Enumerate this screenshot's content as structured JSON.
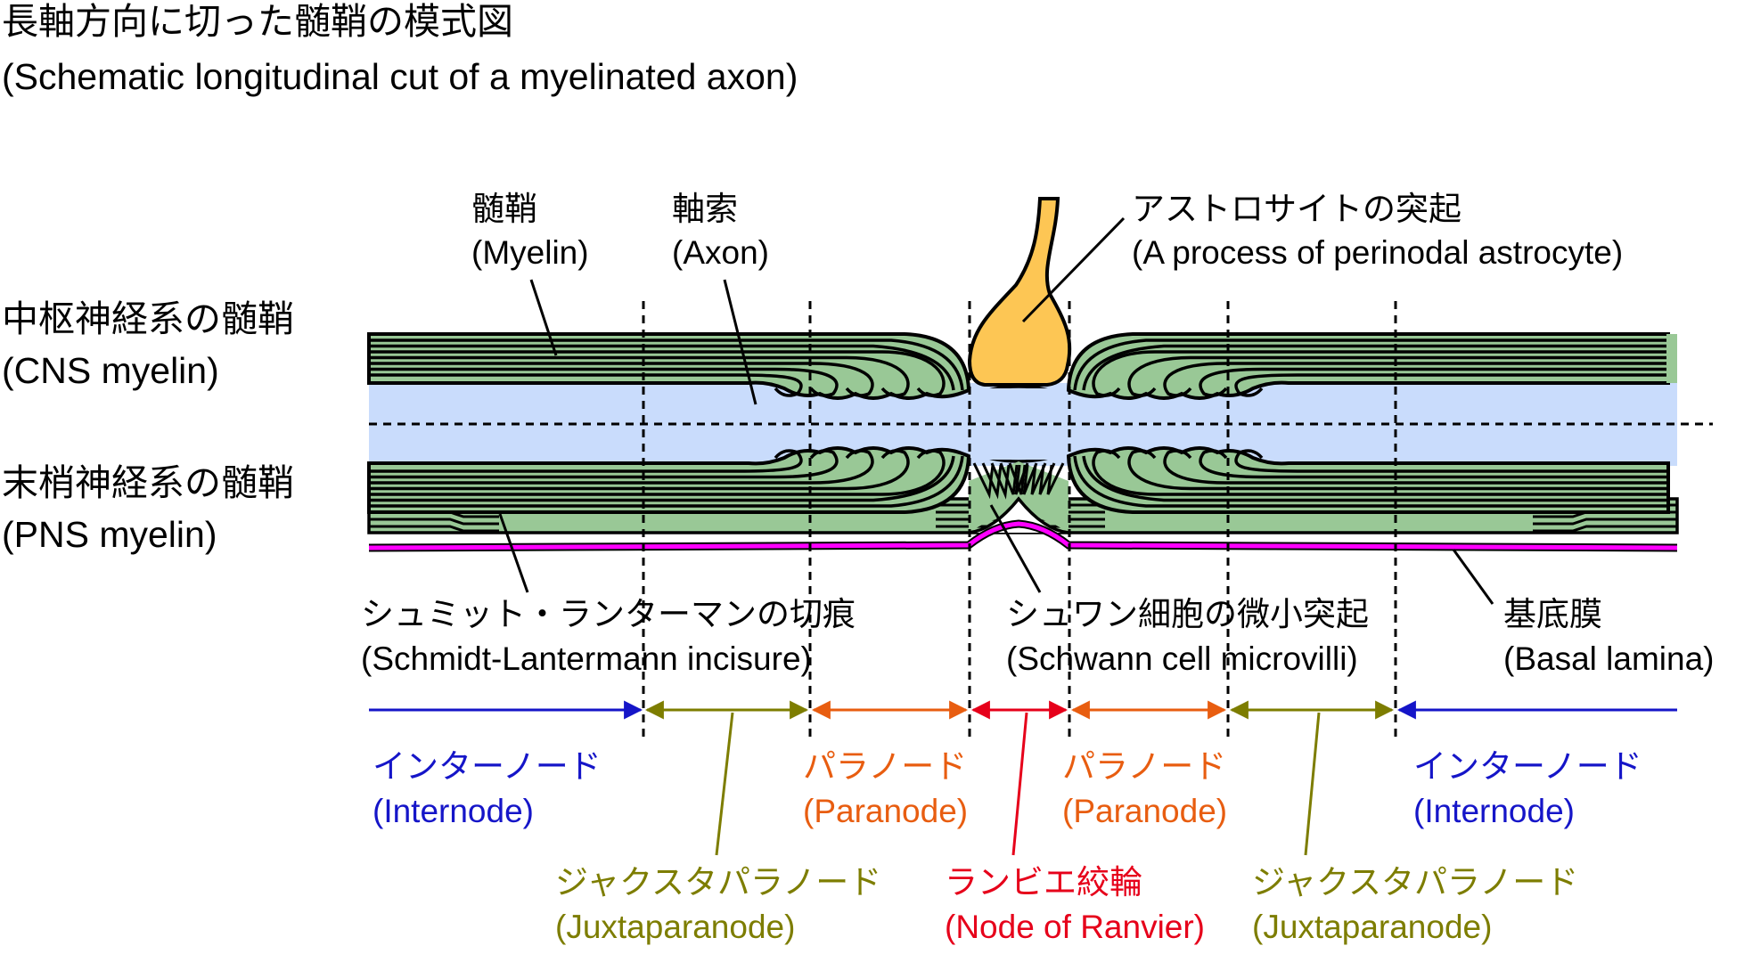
{
  "title": {
    "ja": "長軸方向に切った髄鞘の模式図",
    "en": "(Schematic longitudinal cut of a myelinated axon)"
  },
  "side_labels": {
    "cns": {
      "ja": "中枢神経系の髄鞘",
      "en": "(CNS myelin)"
    },
    "pns": {
      "ja": "末梢神経系の髄鞘",
      "en": "(PNS myelin)"
    }
  },
  "structure_labels": {
    "myelin": {
      "ja": "髄鞘",
      "en": "(Myelin)"
    },
    "axon": {
      "ja": "軸索",
      "en": "(Axon)"
    },
    "astrocyte": {
      "ja": "アストロサイトの突起",
      "en": "(A process of perinodal astrocyte)"
    },
    "incisure": {
      "ja": "シュミット・ランターマンの切痕",
      "en": "(Schmidt-Lantermann incisure)"
    },
    "microvilli": {
      "ja": "シュワン細胞の微小突起",
      "en": "(Schwann cell microvilli)"
    },
    "basal_lamina": {
      "ja": "基底膜",
      "en": "(Basal lamina)"
    }
  },
  "regions": {
    "internode_left": {
      "ja": "インターノード",
      "en": "(Internode)"
    },
    "juxta_left": {
      "ja": "ジャクスタパラノード",
      "en": "(Juxtaparanode)"
    },
    "paranode_left": {
      "ja": "パラノード",
      "en": "(Paranode)"
    },
    "node": {
      "ja": "ランビエ絞輪",
      "en": "(Node of Ranvier)"
    },
    "paranode_right": {
      "ja": "パラノード",
      "en": "(Paranode)"
    },
    "juxta_right": {
      "ja": "ジャクスタパラノード",
      "en": "(Juxtaparanode)"
    },
    "internode_right": {
      "ja": "インターノード",
      "en": "(Internode)"
    }
  },
  "colors": {
    "myelin": "#99c896",
    "axon": "#c9dcfc",
    "astrocyte": "#fdc654",
    "basal_lamina": "#ff00ff",
    "internode": "#1515c8",
    "juxtaparanode": "#7d7d00",
    "paranode": "#e85d10",
    "node": "#e6001a"
  }
}
